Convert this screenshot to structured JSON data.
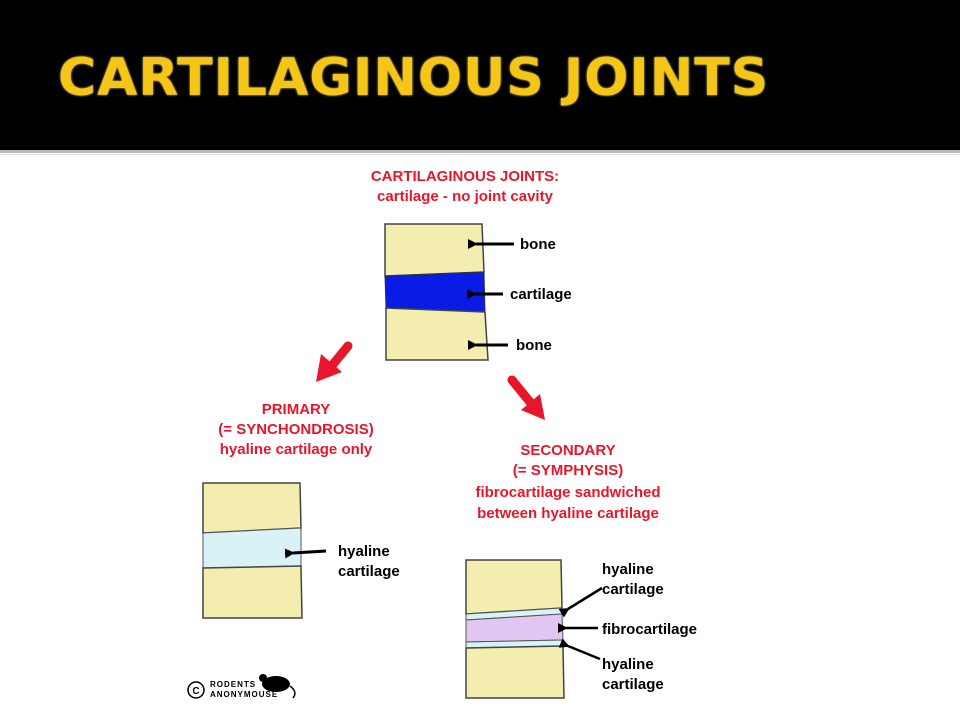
{
  "slide": {
    "title": "CARTILAGINOUS JOINTS"
  },
  "diagram": {
    "header": {
      "line1": "CARTILAGINOUS JOINTS:",
      "line2": "cartilage - no joint cavity"
    },
    "top_labels": {
      "bone_upper": "bone",
      "cartilage": "cartilage",
      "bone_lower": "bone"
    },
    "primary": {
      "line1": "PRIMARY",
      "line2": "(= SYNCHONDROSIS)",
      "line3": "hyaline cartilage only",
      "label_line1": "hyaline",
      "label_line2": "cartilage"
    },
    "secondary": {
      "line1": "SECONDARY",
      "line2": "(= SYMPHYSIS)",
      "line3": "fibrocartilage sandwiched",
      "line4": "between hyaline cartilage",
      "label_hyaline_top_1": "hyaline",
      "label_hyaline_top_2": "cartilage",
      "label_fibro": "fibrocartilage",
      "label_hyaline_bottom_1": "hyaline",
      "label_hyaline_bottom_2": "cartilage"
    },
    "credit": {
      "symbol": "C",
      "line1": "RODENTS",
      "line2": "ANONYMOUSE"
    }
  },
  "colors": {
    "title": "#f5c518",
    "header_red": "#e8162b",
    "bone": "#f3edb0",
    "cartilage_blue": "#0a1be6",
    "hyaline_light": "#d8f2f7",
    "fibro_lilac": "#e2c6f2"
  }
}
